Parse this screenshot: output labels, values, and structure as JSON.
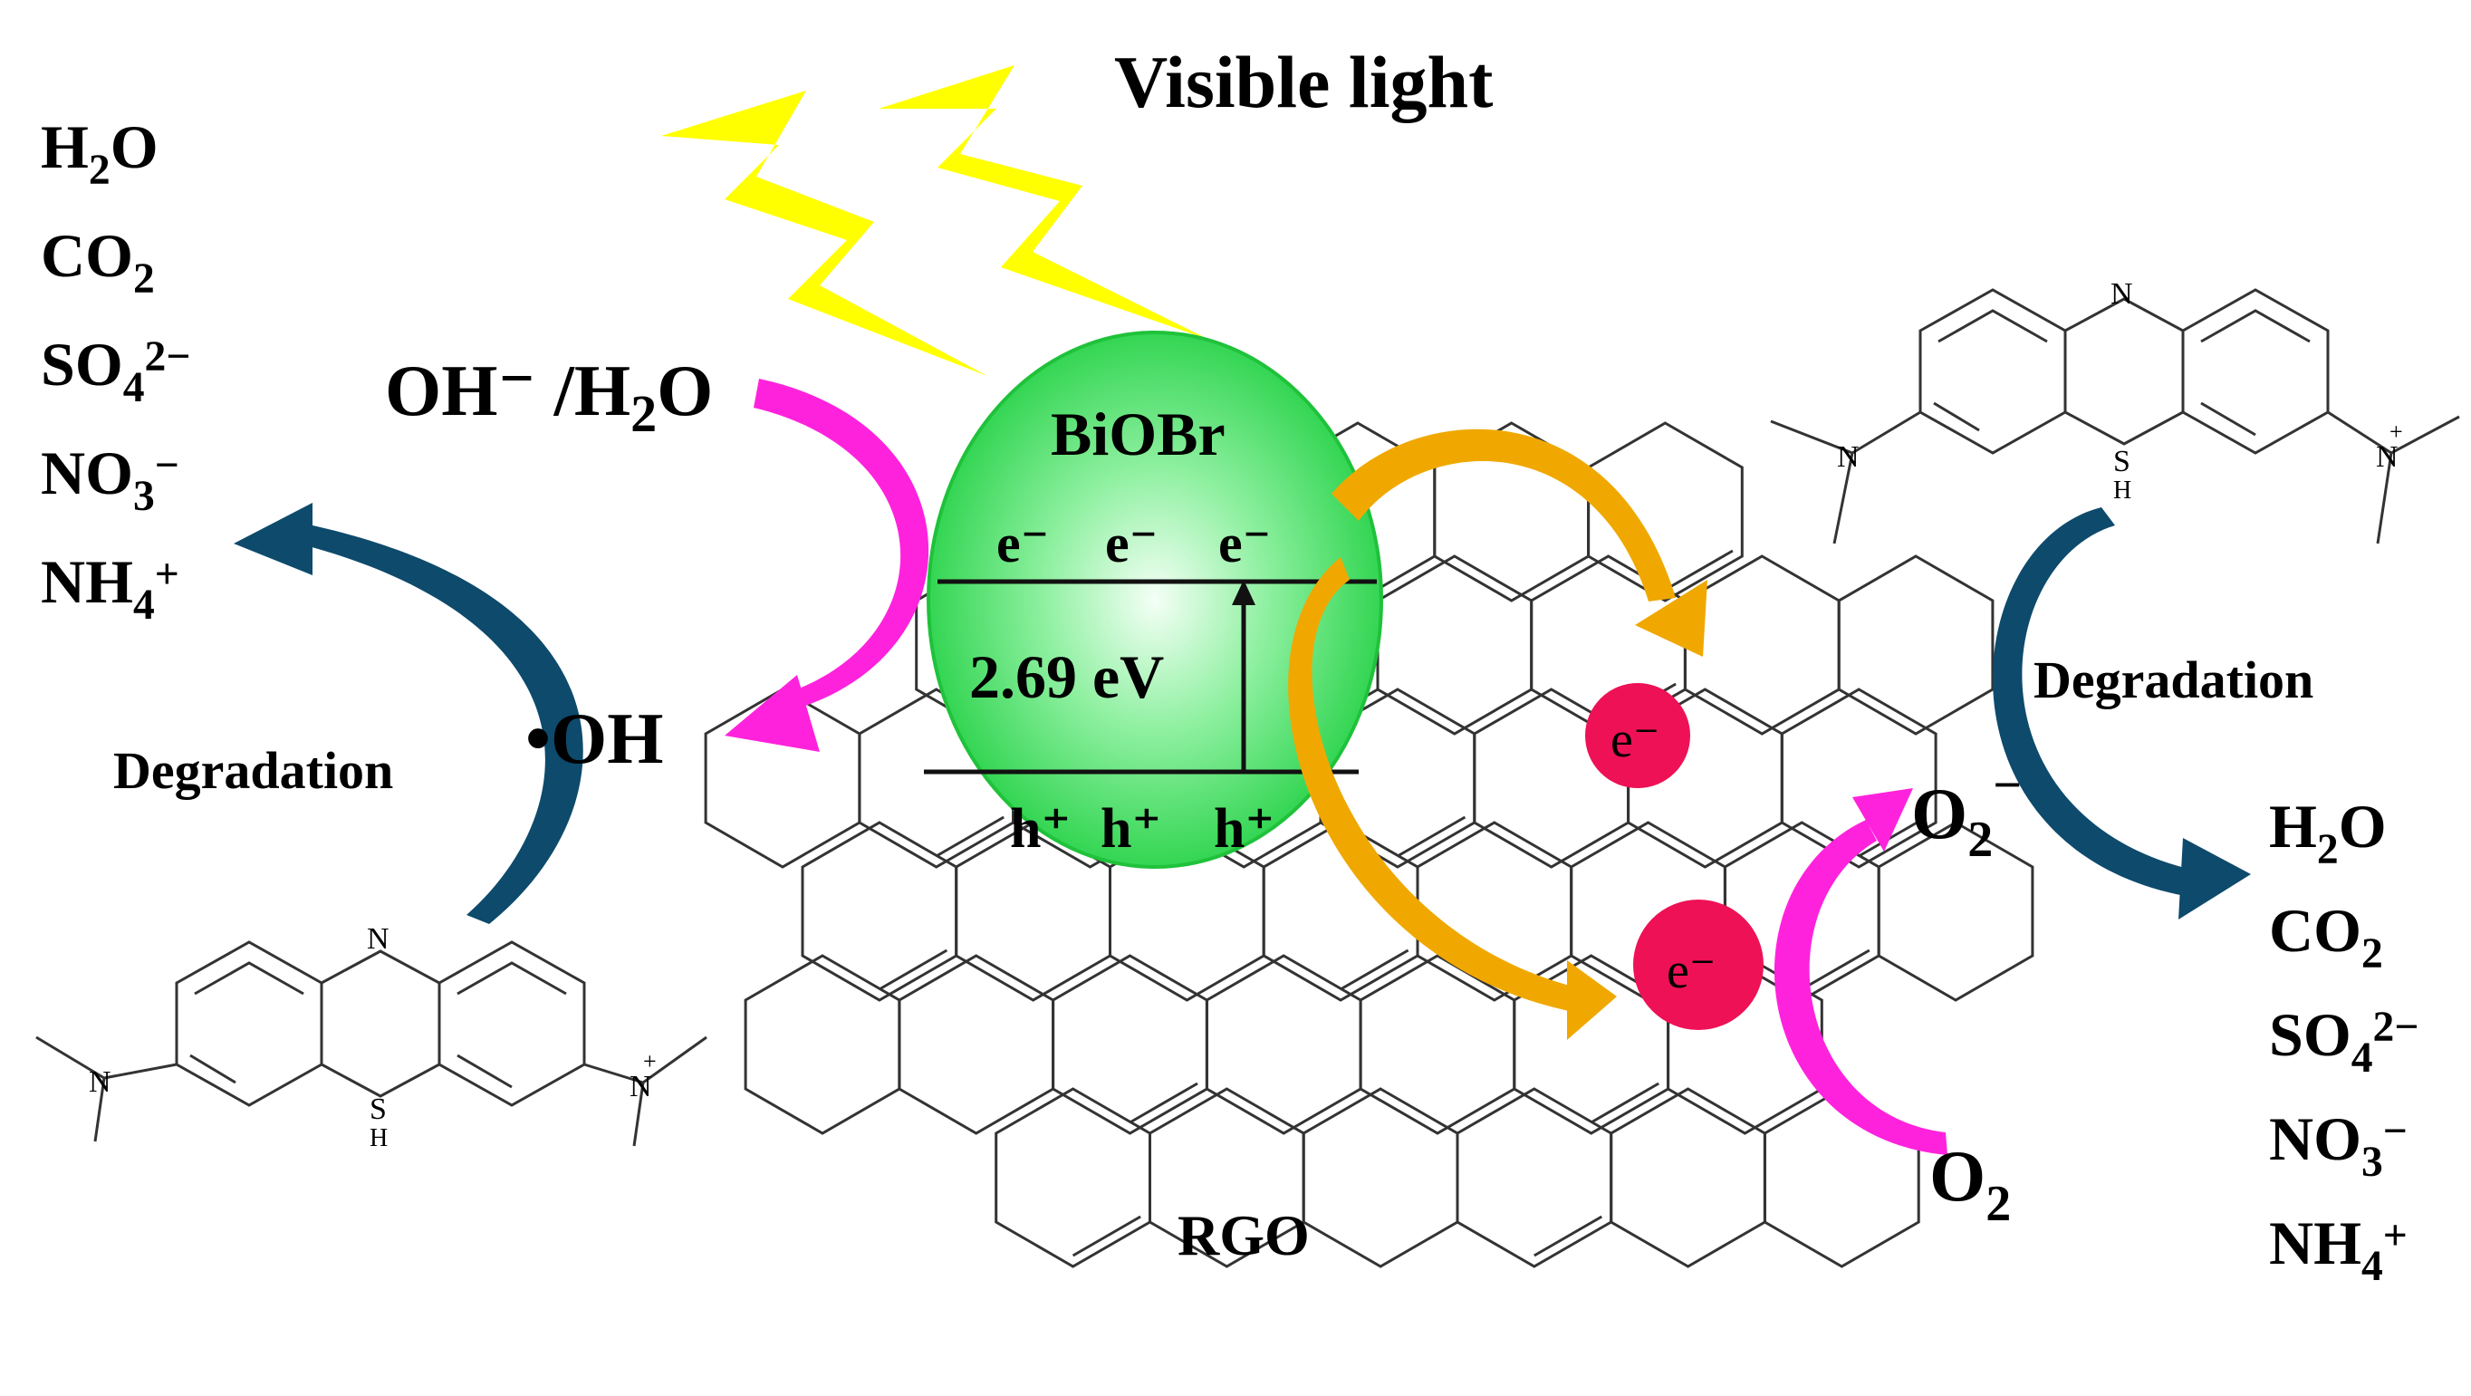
{
  "title": "Visible light",
  "catalyst": {
    "name": "BiOBr",
    "band_gap": "2.69 eV",
    "electrons": [
      "e⁻",
      "e⁻",
      "e⁻"
    ],
    "holes": [
      "h⁺",
      "h⁺",
      "h⁺"
    ]
  },
  "support": {
    "name": "RGO"
  },
  "left": {
    "reactant_main": "OH⁻ /H",
    "reactant_sub": "2",
    "reactant_tail": "O",
    "radical": "•OH",
    "process": "Degradation",
    "products": [
      {
        "main": "H",
        "sub": "2",
        "rest": "O",
        "sup": ""
      },
      {
        "main": "CO",
        "sub": "2",
        "rest": "",
        "sup": ""
      },
      {
        "main": "SO",
        "sub": "4",
        "rest": "",
        "sup": "2−"
      },
      {
        "main": "NO",
        "sub": "3",
        "rest": "",
        "sup": "−"
      },
      {
        "main": "NH",
        "sub": "4",
        "rest": "",
        "sup": "+"
      }
    ]
  },
  "right": {
    "oxygen": {
      "main": "O",
      "sub": "2"
    },
    "superoxide": {
      "main": "O",
      "sub": "2",
      "sup": "−"
    },
    "trapped_electrons": [
      "e⁻",
      "e⁻"
    ],
    "process": "Degradation",
    "products": [
      {
        "main": "H",
        "sub": "2",
        "rest": "O",
        "sup": ""
      },
      {
        "main": "CO",
        "sub": "2",
        "rest": "",
        "sup": ""
      },
      {
        "main": "SO",
        "sub": "4",
        "rest": "",
        "sup": "2−"
      },
      {
        "main": "NO",
        "sub": "3",
        "rest": "",
        "sup": "−"
      },
      {
        "main": "NH",
        "sub": "4",
        "rest": "",
        "sup": "+"
      }
    ]
  },
  "molecule_labels": {
    "n": "N",
    "s": "S",
    "h": "H",
    "nplus": "N",
    "plus": "+"
  },
  "colors": {
    "lightning": "#ffff00",
    "catalyst_fill": "#33dd55",
    "electron_fill": "#ee1155",
    "hydroxyl_arrow": "#ff22dd",
    "transfer_arrow": "#f0a800",
    "degradation_arrow": "#0d4a6c"
  }
}
